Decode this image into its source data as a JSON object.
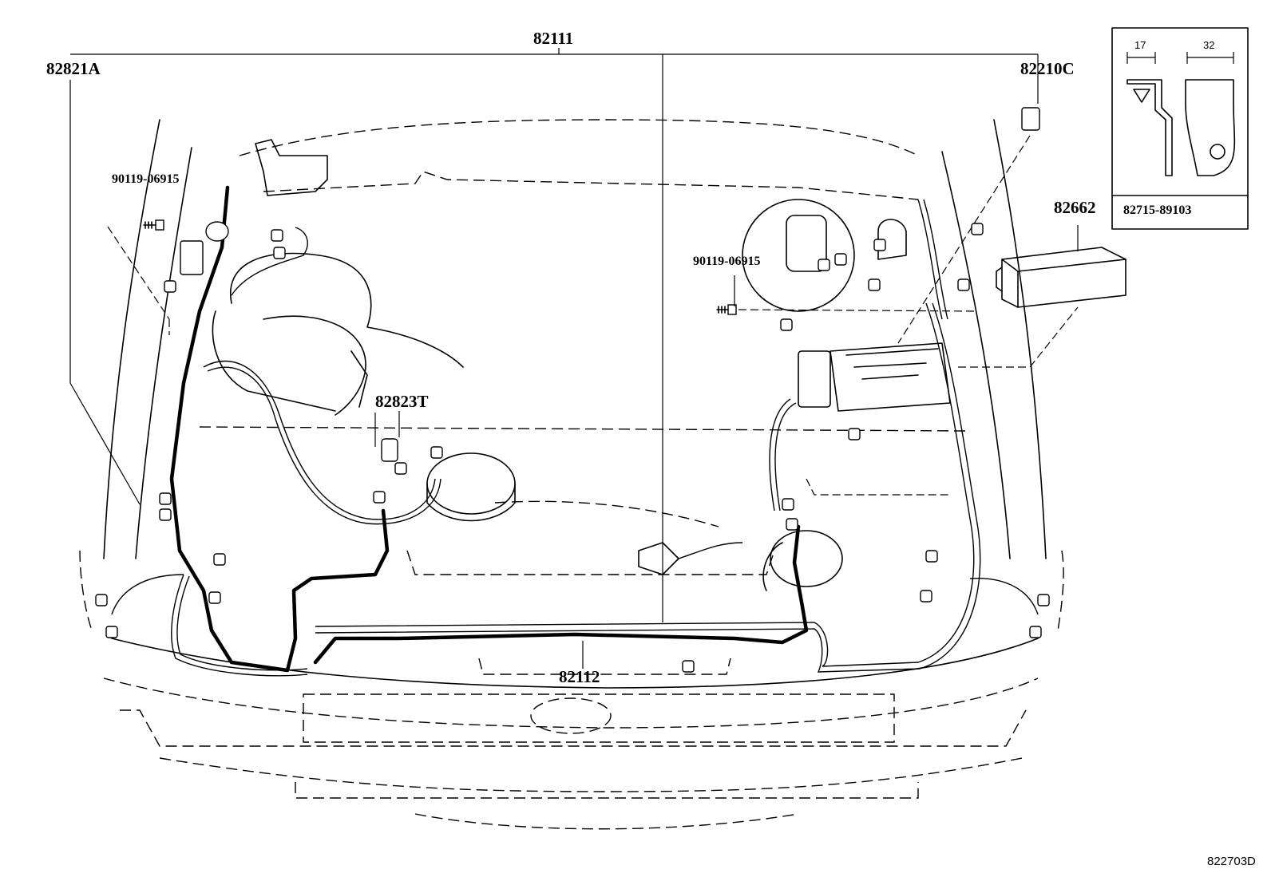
{
  "callouts": {
    "main_harness": "82111",
    "left_harness": "82821A",
    "relay": "82210C",
    "bracket": "82662",
    "bolt_left": "90119-06915",
    "bolt_right": "90119-06915",
    "center_wire": "82823T",
    "front_harness": "82112"
  },
  "inset": {
    "dim_left": "17",
    "dim_right": "32",
    "part_number": "82715-89103"
  },
  "drawing_code": "822703D"
}
